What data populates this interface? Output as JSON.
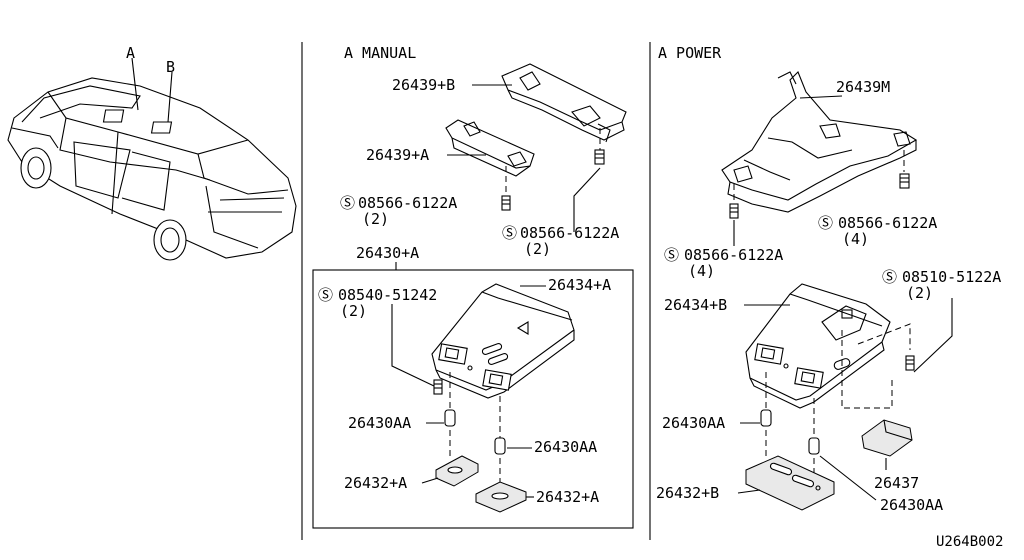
{
  "car": {
    "label_a": "A",
    "label_b": "B"
  },
  "manual": {
    "heading": "A  MANUAL",
    "part_bracket_b": "26439+B",
    "part_bracket_a": "26439+A",
    "screw_left": "08566-6122A",
    "screw_left_qty": "(2)",
    "screw_right": "08566-6122A",
    "screw_right_qty": "(2)",
    "assembly": "26430+A",
    "screw_lamp": "08540-51242",
    "screw_lamp_qty": "(2)",
    "housing": "26434+A",
    "bulb_left": "26430AA",
    "bulb_right": "26430AA",
    "lens_left": "26432+A",
    "lens_right": "26432+A"
  },
  "power": {
    "heading": "A  POWER",
    "bracket": "26439M",
    "screw_right": "08566-6122A",
    "screw_right_qty": "(4)",
    "screw_left": "08566-6122A",
    "screw_left_qty": "(4)",
    "screw_top": "08510-5122A",
    "screw_top_qty": "(2)",
    "housing": "26434+B",
    "bulb_left": "26430AA",
    "lens": "26432+B",
    "switch": "26437",
    "bulb_right": "26430AA"
  },
  "diagram_code": "U264B002"
}
